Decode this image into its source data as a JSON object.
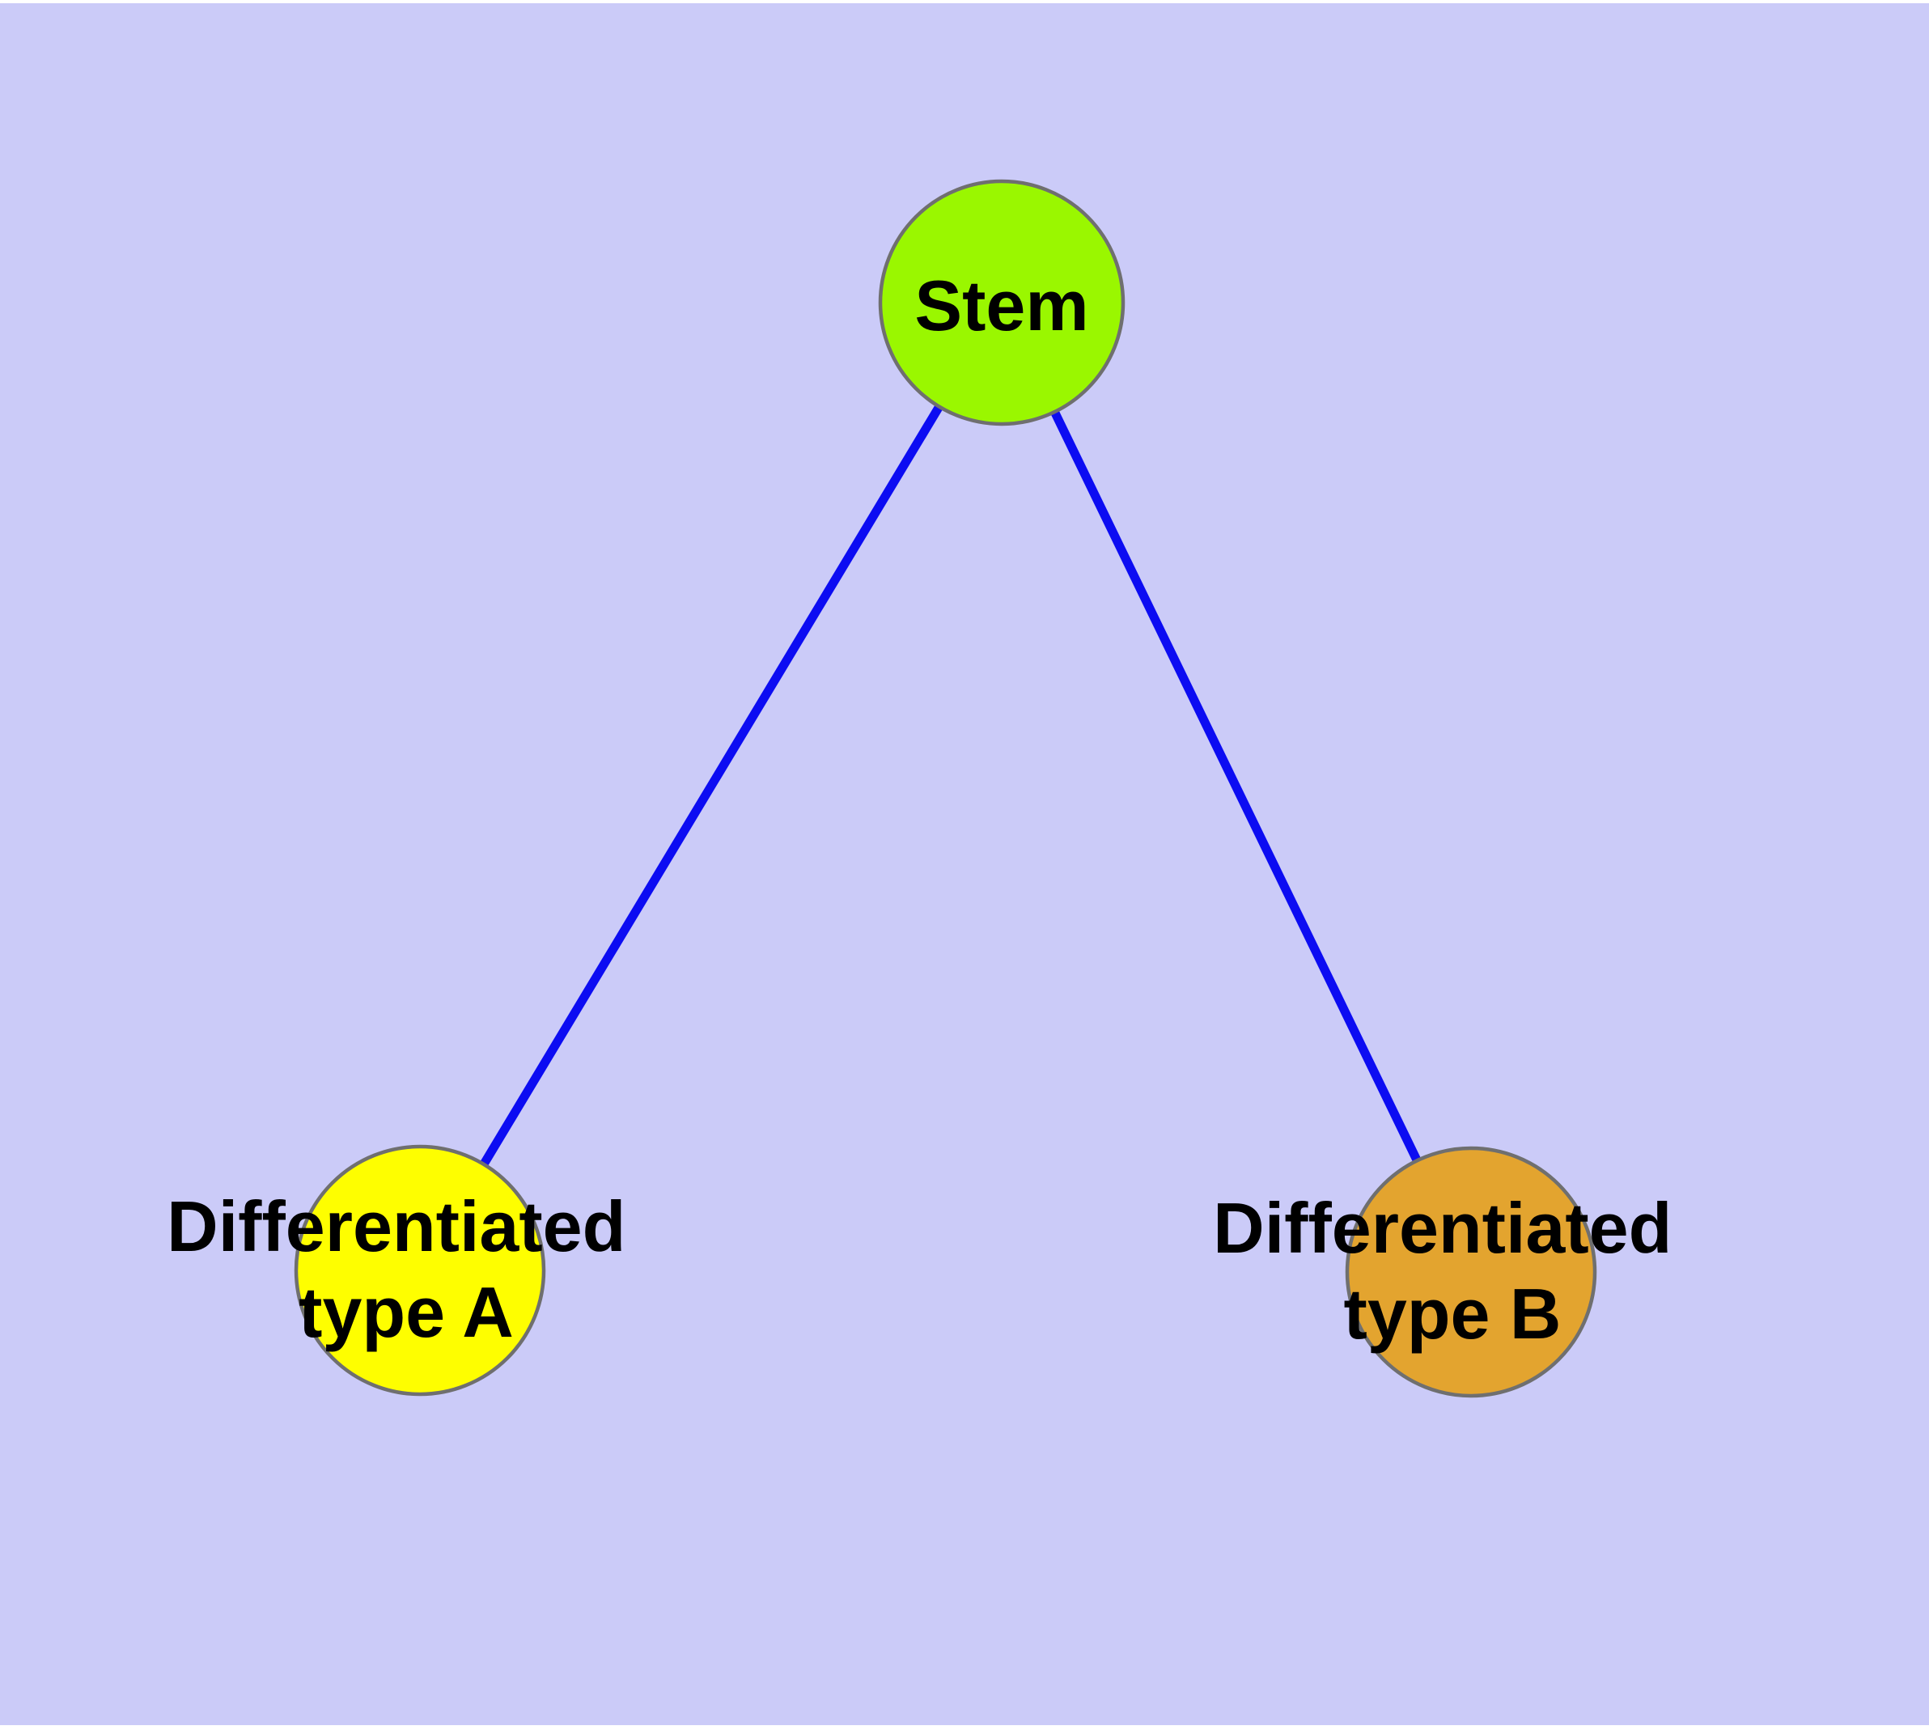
{
  "diagram": {
    "type": "graph",
    "background_color": "#CBCBF8",
    "page_margin_color": "#FFFFFF",
    "edge_color": "#0C0CF2",
    "node_border_color": "#6F6F6F",
    "label_text_color": "#000000",
    "nodes": [
      {
        "id": "stem",
        "label": "Stem",
        "fill_color": "#9AF700"
      },
      {
        "id": "differentiated-type-a",
        "label": "Differentiated type A",
        "label_line1": "Differentiated",
        "label_line2": "type A",
        "fill_color": "#FEFE00"
      },
      {
        "id": "differentiated-type-b",
        "label": "Differentiated type B",
        "label_line1": "Differentiated",
        "label_line2": "type B",
        "fill_color": "#E3A42F"
      }
    ],
    "edges": [
      {
        "from": "Stem",
        "to": "Differentiated type A"
      },
      {
        "from": "Stem",
        "to": "Differentiated type B"
      }
    ]
  }
}
